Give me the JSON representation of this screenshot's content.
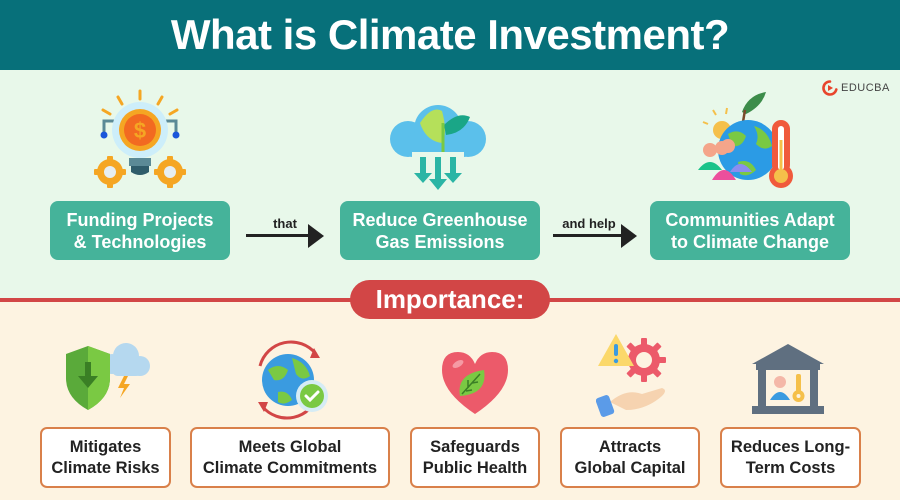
{
  "header": {
    "title": "What is Climate Investment?"
  },
  "brand": {
    "logo_text": "EDUCBA",
    "logo_icon": "educba-logo-icon"
  },
  "definition_flow": {
    "steps": [
      {
        "line1": "Funding Projects",
        "line2": "& Technologies",
        "icon": "lightbulb-dollar-gears-icon"
      },
      {
        "line1": "Reduce Greenhouse",
        "line2": "Gas Emissions",
        "icon": "cloud-plant-arrows-icon"
      },
      {
        "line1": "Communities Adapt",
        "line2": "to Climate Change",
        "icon": "globe-people-thermometer-icon"
      }
    ],
    "connectors": [
      {
        "label": "that"
      },
      {
        "label": "and help"
      }
    ]
  },
  "importance": {
    "heading": "Importance:",
    "items": [
      {
        "line1": "Mitigates",
        "line2": "Climate Risks",
        "icon": "shield-storm-icon"
      },
      {
        "line1": "Meets Global",
        "line2": "Climate Commitments",
        "icon": "globe-check-icon"
      },
      {
        "line1": "Safeguards",
        "line2": "Public Health",
        "icon": "heart-leaf-icon"
      },
      {
        "line1": "Attracts",
        "line2": "Global Capital",
        "icon": "hand-warning-gear-icon"
      },
      {
        "line1": "Reduces Long-",
        "line2": "Term Costs",
        "icon": "bank-person-key-icon"
      }
    ]
  },
  "colors": {
    "header_bg": "#07707a",
    "top_bg": "#e8f8ea",
    "bottom_bg": "#fdf3e1",
    "green_box": "#45b39a",
    "accent_red": "#d24646",
    "box_border": "#d9804a"
  }
}
